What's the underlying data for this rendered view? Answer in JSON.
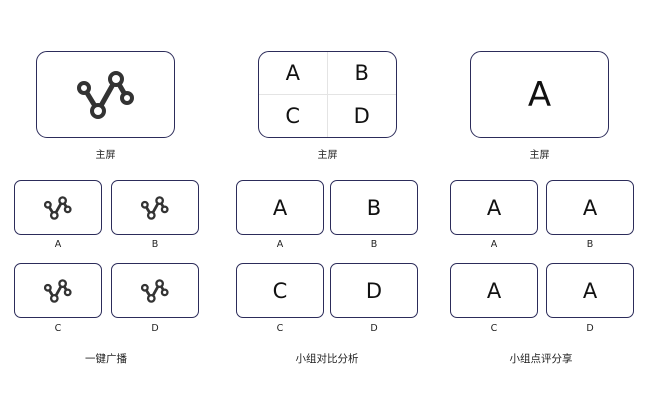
{
  "main_label": "主屏",
  "groups": [
    {
      "caption": "一键广播",
      "main": {
        "type": "icon",
        "icon": "chart-nodes-icon"
      },
      "screens": [
        {
          "label": "A",
          "icon": "chart-nodes-icon"
        },
        {
          "label": "B",
          "icon": "chart-nodes-icon"
        },
        {
          "label": "C",
          "icon": "chart-nodes-icon"
        },
        {
          "label": "D",
          "icon": "chart-nodes-icon"
        }
      ]
    },
    {
      "caption": "小组对比分析",
      "main": {
        "type": "grid",
        "cells": [
          "A",
          "B",
          "C",
          "D"
        ]
      },
      "screens": [
        {
          "label": "A",
          "content": "A"
        },
        {
          "label": "B",
          "content": "B"
        },
        {
          "label": "C",
          "content": "C"
        },
        {
          "label": "D",
          "content": "D"
        }
      ]
    },
    {
      "caption": "小组点评分享",
      "main": {
        "type": "letter",
        "content": "A"
      },
      "screens": [
        {
          "label": "A",
          "content": "A"
        },
        {
          "label": "B",
          "content": "A"
        },
        {
          "label": "C",
          "content": "A"
        },
        {
          "label": "D",
          "content": "A"
        }
      ]
    }
  ]
}
